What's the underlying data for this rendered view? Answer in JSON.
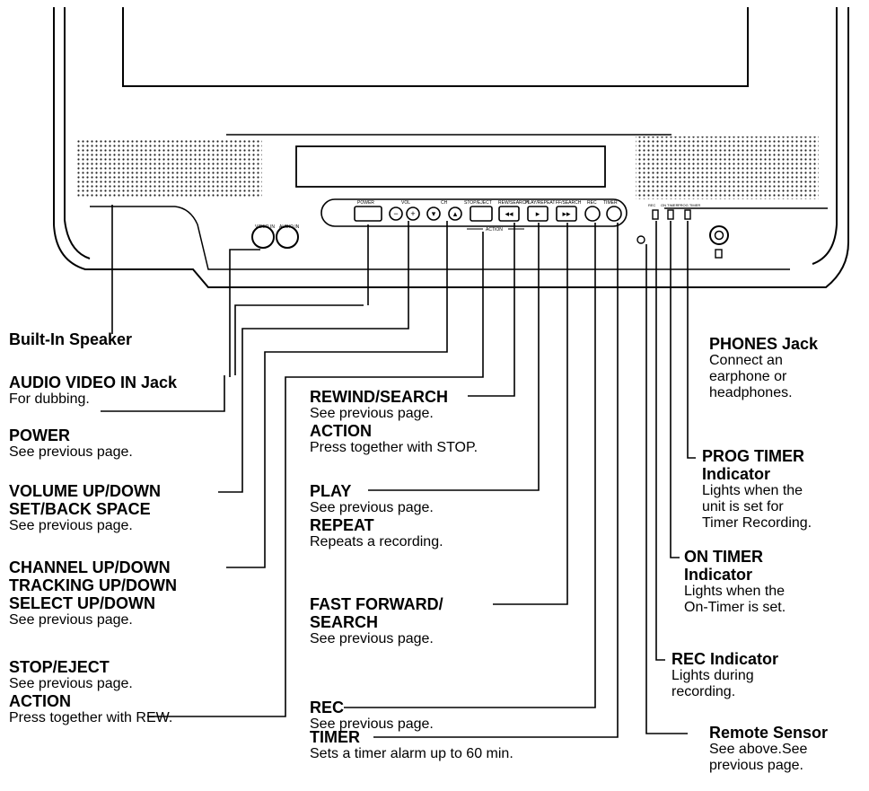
{
  "panel": {
    "buttons": {
      "power": "POWER",
      "vol": "VOL",
      "ch": "CH",
      "stop_eject": "STOP/EJECT",
      "rewind_search": "REW/SEARCH",
      "play_repeat": "PLAY/REPEAT",
      "ffwd_search": "FF/SEARCH",
      "rec": "REC",
      "timer": "TIMER",
      "action": "ACTION"
    },
    "jacks": {
      "video_in": "VIDEO IN",
      "audio_in": "AUDIO IN"
    },
    "indicators": {
      "rec": "REC",
      "on_timer": "ON TIMER",
      "prog_timer": "PROG TIMER"
    }
  },
  "callouts": {
    "builtin_speaker": {
      "title": "Built-In Speaker"
    },
    "audio_video_in": {
      "title": "AUDIO VIDEO IN Jack",
      "desc": "For dubbing."
    },
    "power": {
      "title": "POWER",
      "desc": "See previous page."
    },
    "volume": {
      "title1": "VOLUME UP/DOWN",
      "title2": "SET/BACK SPACE",
      "desc": "See previous page."
    },
    "channel": {
      "title1": "CHANNEL UP/DOWN",
      "title2": "TRACKING UP/DOWN",
      "title3": "SELECT UP/DOWN",
      "desc": "See previous page."
    },
    "stop_eject": {
      "title": "STOP/EJECT",
      "desc1": "See previous page.",
      "title2": "ACTION",
      "desc2": "Press together with REW."
    },
    "rewind_search": {
      "title": "REWIND/SEARCH",
      "desc1": "See previous page.",
      "title2": "ACTION",
      "desc2": "Press together with STOP."
    },
    "play": {
      "title": "PLAY",
      "desc1": "See previous page.",
      "title2": "REPEAT",
      "desc2": "Repeats a recording."
    },
    "fast_forward": {
      "title1": "FAST FORWARD/",
      "title2": "SEARCH",
      "desc": "See previous page."
    },
    "rec": {
      "title": "REC",
      "desc": "See previous page."
    },
    "timer": {
      "title": "TIMER",
      "desc": "Sets a timer alarm up  to 60 min."
    },
    "phones": {
      "title": "PHONES Jack",
      "desc1": "Connect an",
      "desc2": "earphone or",
      "desc3": "headphones."
    },
    "prog_timer": {
      "title1": "PROG TIMER",
      "title2": "Indicator",
      "desc1": "Lights when the",
      "desc2": "unit is set for",
      "desc3": "Timer Recording."
    },
    "on_timer": {
      "title1": "ON TIMER",
      "title2": "Indicator",
      "desc1": "Lights when the",
      "desc2": "On-Timer is set."
    },
    "rec_indicator": {
      "title": "REC Indicator",
      "desc1": "Lights during",
      "desc2": "recording."
    },
    "remote_sensor": {
      "title": "Remote Sensor",
      "desc1": "See above.See",
      "desc2": "previous page."
    }
  }
}
